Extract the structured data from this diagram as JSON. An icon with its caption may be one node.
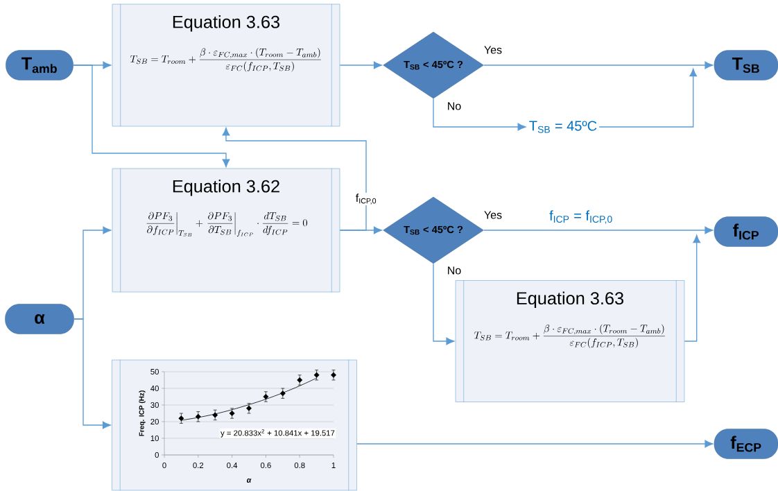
{
  "diagram": {
    "nodes": [
      {
        "text": [
          "T$_{amb}$"
        ]
      },
      {
        "text": [
          "Equation 3.63",
          "T_{SB} = T_{room} + \\frac{\\beta \\cdot \\varepsilon_{FC,max} \\cdot (T_{room} - T_{amb})}{\\varepsilon_{FC}(f_{ICP}, T_{SB})}"
        ]
      },
      {
        "text": [
          "T$_{SB}$ < 45ºC ?"
        ]
      },
      {
        "text": [
          "T$_{SB}$"
        ]
      },
      {
        "text": [
          "T$_{SB}$ = 45ºC"
        ]
      },
      {
        "text": [
          "Equation 3.62",
          "\\left.\\frac{\\partial PF_3}{\\partial f_{ICP}}\\right|_{T_{SB}} + \\left.\\frac{\\partial PF_3}{\\partial T_{SB}}\\right|_{f_{ICP}} \\cdot \\frac{dT_{SB}}{df_{ICP}} = 0"
        ]
      },
      {
        "text": [
          "α"
        ]
      },
      {
        "text": [
          "T$_{SB}$ < 45ºC ?"
        ]
      },
      {
        "text": [
          "f$_{ICP}$"
        ]
      },
      {
        "text": [
          "Equation 3.63",
          "T_{SB} = T_{room} + \\frac{\\beta \\cdot \\varepsilon_{FC,max} \\cdot (T_{room} - T_{amb})}{\\varepsilon_{FC}(f_{ICP}, T_{SB})}"
        ]
      },
      {
        "text": [],
        "shape": "box"
      },
      {
        "text": [
          "f$_{ECP}$"
        ]
      }
    ],
    "edges": [
      {
        "from": 0,
        "to": 1,
        "arrow": "to"
      },
      {
        "from": 0,
        "to": 5,
        "arrow": "to"
      },
      {
        "from": 1,
        "to": 2,
        "arrow": "to"
      },
      {
        "from": 2,
        "to": 3,
        "arrow": "to",
        "label": "Yes"
      },
      {
        "from": 2,
        "to": 4,
        "arrow": "to",
        "label": "No"
      },
      {
        "from": 4,
        "to": 3,
        "arrow": "to"
      },
      {
        "from": 5,
        "to": 7,
        "arrow": "to"
      },
      {
        "from": 5,
        "to": 1,
        "arrow": "to",
        "label": "f$_{ICP,0}$"
      },
      {
        "from": 6,
        "to": 5,
        "arrow": "to"
      },
      {
        "from": 6,
        "to": 10,
        "arrow": "to"
      },
      {
        "from": 7,
        "to": 8,
        "arrow": "to",
        "label": "Yes"
      },
      {
        "from": 7,
        "to": 9,
        "arrow": "to",
        "label": "No"
      },
      {
        "from": 9,
        "to": 8,
        "arrow": "to"
      },
      {
        "from": 10,
        "to": 11,
        "arrow": "to"
      }
    ],
    "labels": [
      "f$_{ICP}$ = f$_{ICP,0}$"
    ],
    "chart_data": {
      "type": "scatter",
      "xlabel": "α",
      "ylabel": "Freq. ICP (Hz)",
      "x": [
        0.1,
        0.2,
        0.3,
        0.4,
        0.5,
        0.6,
        0.7,
        0.8,
        0.9,
        1.0
      ],
      "series": [
        {
          "values": [
            22,
            23,
            24,
            25,
            28,
            35,
            37,
            45,
            48,
            48
          ]
        },
        {
          "type": "line",
          "values": [
            20.8,
            22.5,
            24.6,
            27.2,
            30.2,
            33.5,
            37.3,
            41.5,
            46.2,
            null
          ]
        }
      ],
      "xlim": [
        0,
        1
      ],
      "ylim": [
        0,
        50
      ],
      "xticks": [
        0,
        0.2,
        0.4,
        0.6,
        0.8,
        1
      ],
      "yticks": [
        0,
        10,
        20,
        30,
        40,
        50
      ],
      "grid": true,
      "annotations": [
        "y = 20.833x$^{2}$ + 10.841x + 19.517"
      ]
    }
  }
}
